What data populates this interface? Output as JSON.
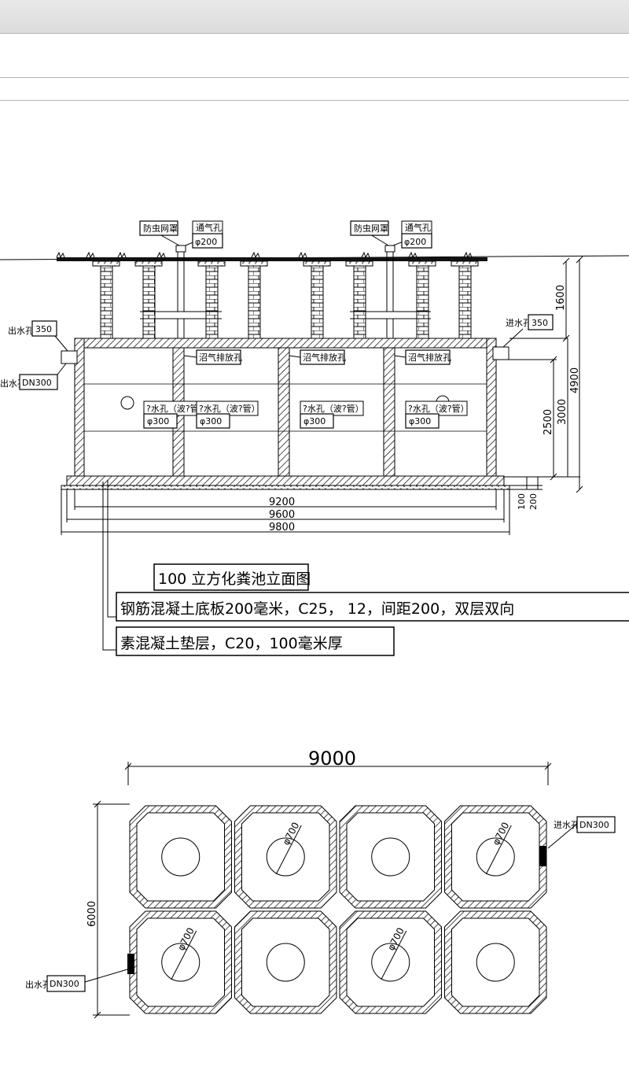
{
  "elevation": {
    "cap_labels": [
      "防虫网罩",
      "通气孔",
      "φ200",
      "防虫网罩",
      "通气孔",
      "φ200"
    ],
    "outlet_label": "出水孔",
    "outlet_350": "350",
    "outlet_dn": "DN300",
    "inlet_label": "进水孔",
    "inlet_350": "350",
    "biogas_label": "沼气排放孔",
    "hole_label": "?水孔（波?管）",
    "hole_size": "φ300",
    "dim_1600": "1600",
    "dim_4900": "4900",
    "dim_3000": "3000",
    "dim_2500": "2500",
    "dim_100": "100",
    "dim_200": "200",
    "dim_9200": "9200",
    "dim_9600": "9600",
    "dim_9800": "9800"
  },
  "notes": {
    "title": "100 立方化粪池立面图",
    "slab": "钢筋混凝土底板200毫米，C25，  12，间距200，双层双向",
    "cushion": "素混凝土垫层，C20，100毫米厚"
  },
  "plan": {
    "dim_9000": "9000",
    "dim_6000": "6000",
    "diameter": "φ700",
    "inlet_label": "进水孔",
    "inlet_dn": "DN300",
    "outlet_label": "出水孔",
    "outlet_dn": "DN300"
  }
}
